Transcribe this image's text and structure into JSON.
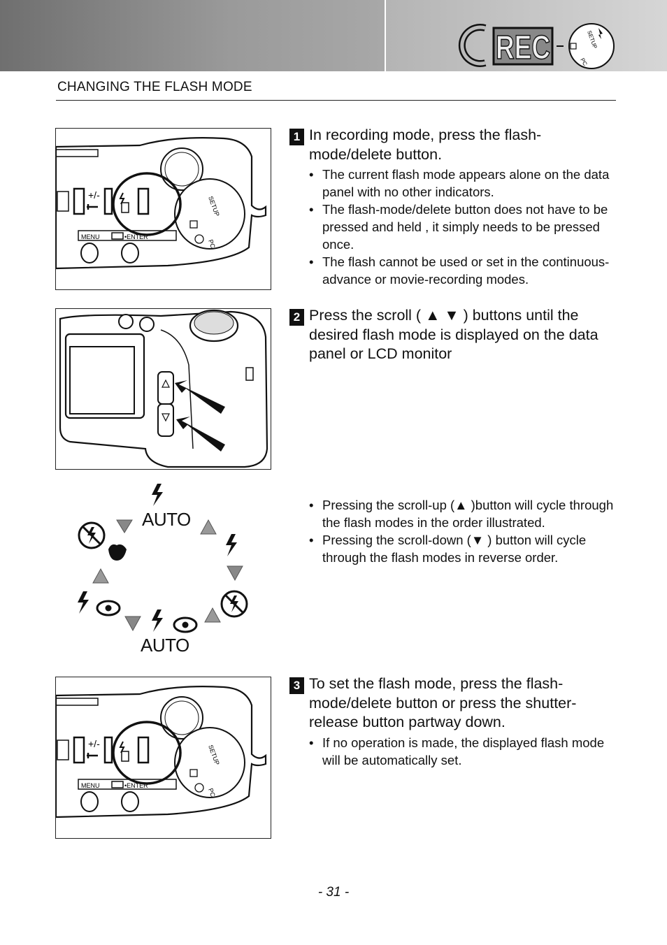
{
  "header": {
    "mode_badge": "REC",
    "dial_labels": [
      "SETUP",
      "PC"
    ]
  },
  "section_title": "CHANGING THE FLASH MODE",
  "steps": [
    {
      "number": "1",
      "heading": "In recording mode, press the flash-mode/delete button.",
      "bullets": [
        "The current flash mode appears alone on the data panel with no other indicators.",
        "The flash-mode/delete button does not have to be pressed and held , it simply needs to be pressed once.",
        "The flash cannot be used or set in the continuous-advance or movie-recording modes."
      ]
    },
    {
      "number": "2",
      "heading": "Press the scroll ( ▲ ▼ ) buttons until the desired flash mode is displayed on the data panel or LCD monitor",
      "bullets": [
        "Pressing the scroll-up (▲  )button will cycle through the flash modes in the order illustrated.",
        "Pressing the scroll-down (▼  ) button will cycle through the flash modes in reverse order."
      ]
    },
    {
      "number": "3",
      "heading": "To set the flash mode, press the flash-mode/delete button or press the shutter-release button partway down.",
      "bullets": [
        "If no operation is made, the displayed flash mode will be automatically set."
      ]
    }
  ],
  "camera_labels": {
    "menu": "MENU",
    "enter": "•ENTER",
    "setup": "SETUP",
    "pc": "PC"
  },
  "flash_cycle": {
    "auto_top": "AUTO",
    "auto_bottom": "AUTO"
  },
  "page_number": "- 31 -"
}
